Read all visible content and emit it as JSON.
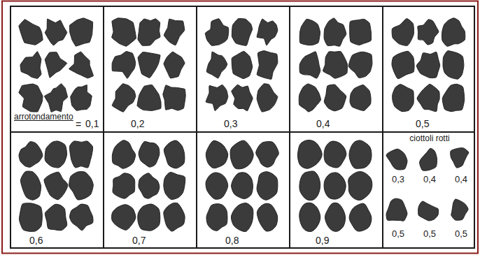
{
  "diagram": {
    "nodes": [
      {
        "text": [
          "arrotondamento",
          "=",
          "0,1"
        ]
      },
      {
        "text": [
          "0,2"
        ]
      },
      {
        "text": [
          "0,3"
        ]
      },
      {
        "text": [
          "0,4"
        ]
      },
      {
        "text": [
          "0,5"
        ]
      },
      {
        "text": [
          "0,6"
        ]
      },
      {
        "text": [
          "0,7"
        ]
      },
      {
        "text": [
          "0,8"
        ]
      },
      {
        "text": [
          "0,9"
        ]
      },
      {
        "text": [
          "ciottoli rotti",
          "0,3",
          "0,4",
          "0,4",
          "0,5",
          "0,5",
          "0,5"
        ]
      }
    ]
  }
}
